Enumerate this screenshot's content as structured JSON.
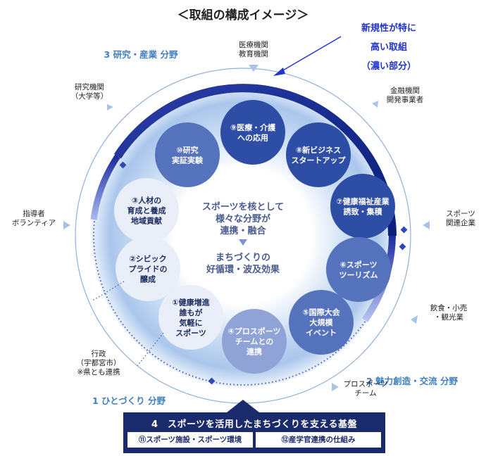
{
  "title": "＜取組の構成イメージ＞",
  "callout": {
    "lines": [
      "新規性が特に",
      "高い取組",
      "（濃い部分）"
    ]
  },
  "center": {
    "lines_top": [
      "スポーツを核として",
      "様々な分野が",
      "連携・融合"
    ],
    "lines_bottom": [
      "まちづくりの",
      "好循環・波及効果"
    ]
  },
  "nodes": [
    {
      "id": "n9",
      "lines": [
        "⑨医療・介護",
        "への応用"
      ],
      "tone": "dark"
    },
    {
      "id": "n8",
      "lines": [
        "⑧新ビジネス",
        "スタートアップ"
      ],
      "tone": "dark"
    },
    {
      "id": "n7",
      "lines": [
        "⑦健康福祉産業",
        "誘致・集積"
      ],
      "tone": "dark"
    },
    {
      "id": "n6",
      "lines": [
        "⑥スポーツ",
        "ツーリズム"
      ],
      "tone": "mid"
    },
    {
      "id": "n5",
      "lines": [
        "⑤国際大会",
        "大規模",
        "イベント"
      ],
      "tone": "mid"
    },
    {
      "id": "n4",
      "lines": [
        "④プロスポーツ",
        "チームとの",
        "連携"
      ],
      "tone": "light"
    },
    {
      "id": "n1",
      "lines": [
        "①健康増進",
        "誰もが",
        "気軽に",
        "スポーツ"
      ],
      "tone": "pale"
    },
    {
      "id": "n2",
      "lines": [
        "②シビック",
        "プライドの",
        "醸成"
      ],
      "tone": "pale"
    },
    {
      "id": "n3",
      "lines": [
        "③人材の",
        "育成と養成",
        "地域貢献"
      ],
      "tone": "pale"
    },
    {
      "id": "n10",
      "lines": [
        "⑩研究",
        "実証実験"
      ],
      "tone": "mid"
    }
  ],
  "sectors": [
    {
      "id": "s3",
      "label": "3 研究・産業 分野"
    },
    {
      "id": "s2",
      "label": "2 魅力創造・交流 分野"
    },
    {
      "id": "s1",
      "label": "1 ひとづくり 分野"
    }
  ],
  "actors": [
    {
      "id": "a-medical",
      "lines": [
        "医療機関",
        "教育機関"
      ]
    },
    {
      "id": "a-finance",
      "lines": [
        "金融機関",
        "開発事業者"
      ]
    },
    {
      "id": "a-sports-co",
      "lines": [
        "スポーツ",
        "関連企業"
      ]
    },
    {
      "id": "a-food",
      "lines": [
        "飲食・小売",
        "・観光業"
      ]
    },
    {
      "id": "a-pro",
      "lines": [
        "プロスポーツ",
        "チーム"
      ]
    },
    {
      "id": "a-gov",
      "lines": [
        "行政",
        "（宇都宮市）",
        "※県とも連携"
      ]
    },
    {
      "id": "a-leader",
      "lines": [
        "指導者",
        "ボランティア"
      ]
    },
    {
      "id": "a-research",
      "lines": [
        "研究機関",
        "（大学等）"
      ]
    }
  ],
  "base": {
    "title": "4　スポーツを活用したまちづくりを支える基盤",
    "items": [
      "⑪スポーツ施設・スポーツ環境",
      "⑫産学官連携の仕組み"
    ]
  },
  "colors": {
    "dark": "#2e4ea6",
    "mid": "#5572bd",
    "light": "#8fa3d6",
    "pale": "#e9eef8",
    "navy": "#1b2a6b",
    "sector_text": "#3f7fbf",
    "callout": "#2233cc"
  }
}
